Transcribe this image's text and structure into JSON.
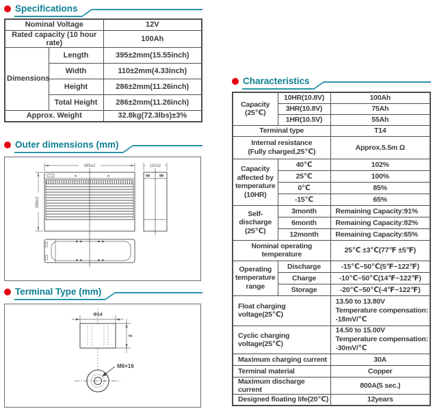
{
  "colors": {
    "accent_teal": "#0e7f93",
    "bullet_red": "#e60012",
    "table_ink": "#3a3a3a"
  },
  "spec": {
    "title": "Specifications",
    "nominal_voltage": {
      "label": "Nominal Voltage",
      "value": "12V"
    },
    "rated_capacity": {
      "label": "Rated capacity (10 hour rate)",
      "value": "100Ah"
    },
    "dimensions_label": "Dimensions",
    "dim_rows": [
      {
        "label": "Length",
        "value": "395±2mm(15.55inch)"
      },
      {
        "label": "Width",
        "value": "110±2mm(4.33inch)"
      },
      {
        "label": "Height",
        "value": "286±2mm(11.26inch)"
      },
      {
        "label": "Total Height",
        "value": "286±2mm(11.26inch)"
      }
    ],
    "weight": {
      "label": "Approx. Weight",
      "value": "32.8kg(72.3lbs)±3%"
    }
  },
  "outer_dimensions": {
    "title": "Outer dimensions  (mm)",
    "front_width_label": "395±2",
    "side_width_label": "110±2",
    "height_label": "286±2"
  },
  "terminal": {
    "title": "Terminal Type (mm)",
    "diameter_label": "Φ14",
    "height_label": "2",
    "bolt_label": "M6×16"
  },
  "characteristics": {
    "title": "Characteristics",
    "capacity_label_lines": [
      "Capacity",
      "(25℃)"
    ],
    "capacity_rows": [
      {
        "cond": "10HR(10.8V)",
        "value": "100Ah"
      },
      {
        "cond": "3HR(10.8V)",
        "value": "75Ah"
      },
      {
        "cond": "1HR(10.5V)",
        "value": "55Ah"
      }
    ],
    "terminal_type": {
      "label": "Terminal type",
      "value": "T14"
    },
    "internal_resistance": {
      "label_lines": [
        "Internal resistance",
        "(Fully charged,25℃)"
      ],
      "value": "Approx.5.5m Ω"
    },
    "cap_temp_label_lines": [
      "Capacity",
      "affected by",
      "temperature",
      "(10HR)"
    ],
    "cap_temp_rows": [
      {
        "cond": "40℃",
        "value": "102%"
      },
      {
        "cond": "25℃",
        "value": "100%"
      },
      {
        "cond": "0℃",
        "value": "85%"
      },
      {
        "cond": "-15℃",
        "value": "65%"
      }
    ],
    "self_discharge_label_lines": [
      "Self-discharge",
      "(25℃)"
    ],
    "self_discharge_rows": [
      {
        "cond": "3month",
        "value": "Remaining Capacity:91%"
      },
      {
        "cond": "6month",
        "value": "Remaining Capacity:82%"
      },
      {
        "cond": "12month",
        "value": "Remaining Capacity:65%"
      }
    ],
    "nominal_temp": {
      "label_lines": [
        "Nominal operating",
        "temperature"
      ],
      "value": "25℃ ±3℃(77℉ ±5℉)"
    },
    "op_temp_label_lines": [
      "Operating",
      "temperature",
      "range"
    ],
    "op_temp_rows": [
      {
        "cond": "Discharge",
        "value": "-15℃~50℃(5℉~122℉)"
      },
      {
        "cond": "Charge",
        "value": "-10℃~50℃(14℉~122℉)"
      },
      {
        "cond": "Storage",
        "value": "-20℃~50℃(-4℉~122℉)"
      }
    ],
    "float_charging": {
      "label": "Float charging voltage(25℃)",
      "value_lines": [
        "13.50 to 13.80V",
        "Temperature compensation:",
        "-18mV/℃"
      ]
    },
    "cyclic_charging": {
      "label": "Cyclic charging voltage(25℃)",
      "value_lines": [
        "14.50 to 15.00V",
        "Temperature compensation:",
        "-30mV/℃"
      ]
    },
    "simple_rows": [
      {
        "label": "Maximum charging current",
        "value": "30A"
      },
      {
        "label": "Terminal material",
        "value": "Copper"
      },
      {
        "label": "Maximum discharge current",
        "value": "800A(5 sec.)"
      },
      {
        "label": "Designed floating life(20℃)",
        "value": "12years"
      }
    ]
  }
}
